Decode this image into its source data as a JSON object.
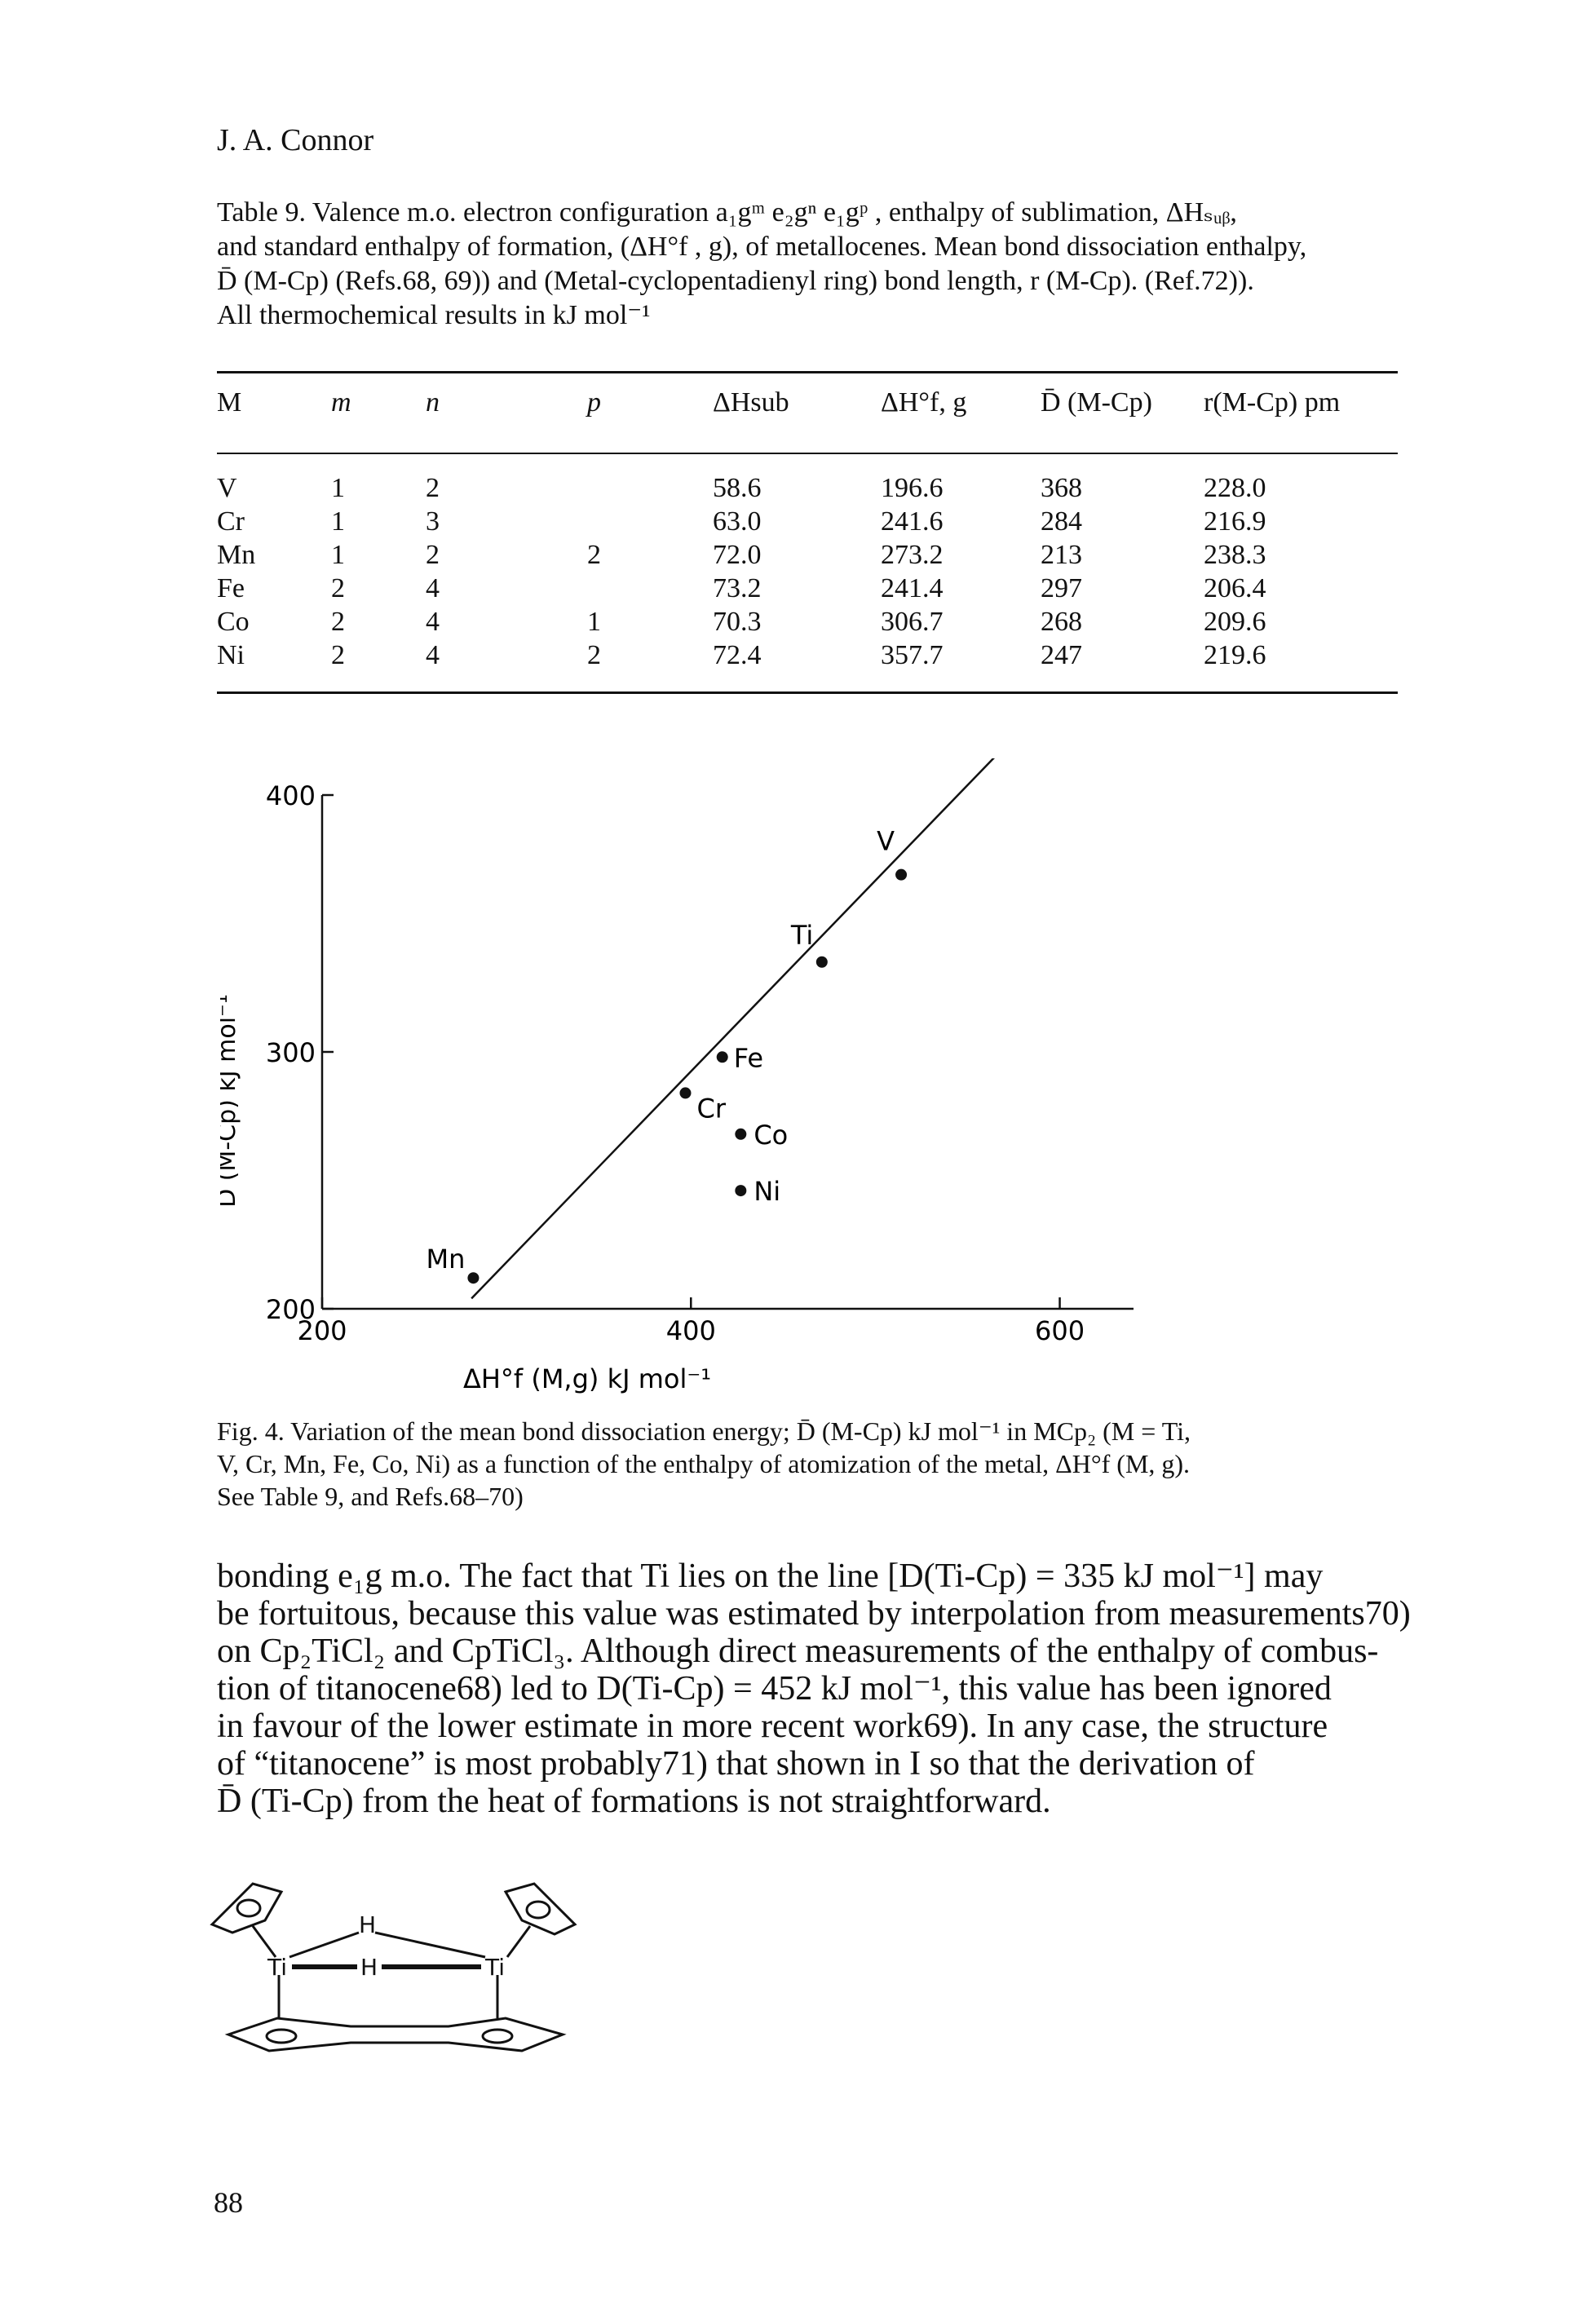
{
  "page": {
    "running_head": "J. A. Connor",
    "page_number": "88"
  },
  "table": {
    "caption_lines": [
      "Table 9. Valence m.o. electron configuration a₁gᵐ e₂gⁿ e₁gᵖ , enthalpy of sublimation, ΔHₛᵤᵦ,",
      "and standard enthalpy of formation, (ΔH°f , g), of metallocenes. Mean bond dissociation enthalpy,",
      "D̄ (M-Cp) (Refs.68, 69)) and (Metal-cyclopentadienyl ring) bond length, r (M-Cp). (Ref.72)).",
      "All thermochemical results in kJ mol⁻¹"
    ],
    "headers": [
      "M",
      "m",
      "n",
      "p",
      "ΔHsub",
      "ΔH°f, g",
      "D̄ (M-Cp)",
      "r(M-Cp) pm"
    ],
    "rows": [
      [
        "V",
        "1",
        "2",
        "",
        "58.6",
        "196.6",
        "368",
        "228.0"
      ],
      [
        "Cr",
        "1",
        "3",
        "",
        "63.0",
        "241.6",
        "284",
        "216.9"
      ],
      [
        "Mn",
        "1",
        "2",
        "2",
        "72.0",
        "273.2",
        "213",
        "238.3"
      ],
      [
        "Fe",
        "2",
        "4",
        "",
        "73.2",
        "241.4",
        "297",
        "206.4"
      ],
      [
        "Co",
        "2",
        "4",
        "1",
        "70.3",
        "306.7",
        "268",
        "209.6"
      ],
      [
        "Ni",
        "2",
        "4",
        "2",
        "72.4",
        "357.7",
        "247",
        "219.6"
      ]
    ]
  },
  "chart_data": {
    "type": "scatter",
    "xlabel": "ΔH°f (M,g) kJ mol⁻¹",
    "ylabel": "D (M-Cp) kJ mol⁻¹",
    "xlim": [
      200,
      640
    ],
    "ylim": [
      200,
      400
    ],
    "x_ticks": [
      200,
      400,
      600
    ],
    "y_ticks": [
      200,
      300,
      400
    ],
    "points": [
      {
        "label": "V",
        "x": 514,
        "y": 369
      },
      {
        "label": "Ti",
        "x": 471,
        "y": 335
      },
      {
        "label": "Fe",
        "x": 417,
        "y": 298
      },
      {
        "label": "Cr",
        "x": 397,
        "y": 284
      },
      {
        "label": "Co",
        "x": 427,
        "y": 268
      },
      {
        "label": "Ni",
        "x": 427,
        "y": 246
      },
      {
        "label": "Mn",
        "x": 282,
        "y": 212
      }
    ],
    "fit_line": {
      "x": [
        281,
        565
      ],
      "y": [
        204,
        415
      ]
    }
  },
  "figure_caption_lines": [
    "Fig. 4. Variation of the mean bond dissociation energy; D̄ (M-Cp) kJ mol⁻¹ in MCp₂ (M = Ti,",
    "V, Cr, Mn, Fe, Co, Ni) as a function of the enthalpy of atomization of the metal, ΔH°f (M, g).",
    "See Table 9, and Refs.68–70)"
  ],
  "body_lines": [
    "bonding e₁g m.o. The fact that Ti lies on the line [D(Ti-Cp) = 335 kJ mol⁻¹] may",
    "be fortuitous, because this value was estimated by interpolation from measurements70)",
    "on Cp₂TiCl₂ and CpTiCl₃. Although direct measurements of the enthalpy of combus-",
    "tion of titanocene68) led to D(Ti-Cp) = 452 kJ mol⁻¹, this value has been ignored",
    "in favour of the lower estimate in more recent work69). In any case, the structure",
    "of “titanocene” is most probably71) that shown in I so that the derivation of",
    "D̄ (Ti-Cp) from the heat of formations is not straightforward."
  ],
  "structure_labels": {
    "ti_left": "Ti",
    "ti_right": "Ti",
    "h_top": "H",
    "h_mid": "H"
  }
}
